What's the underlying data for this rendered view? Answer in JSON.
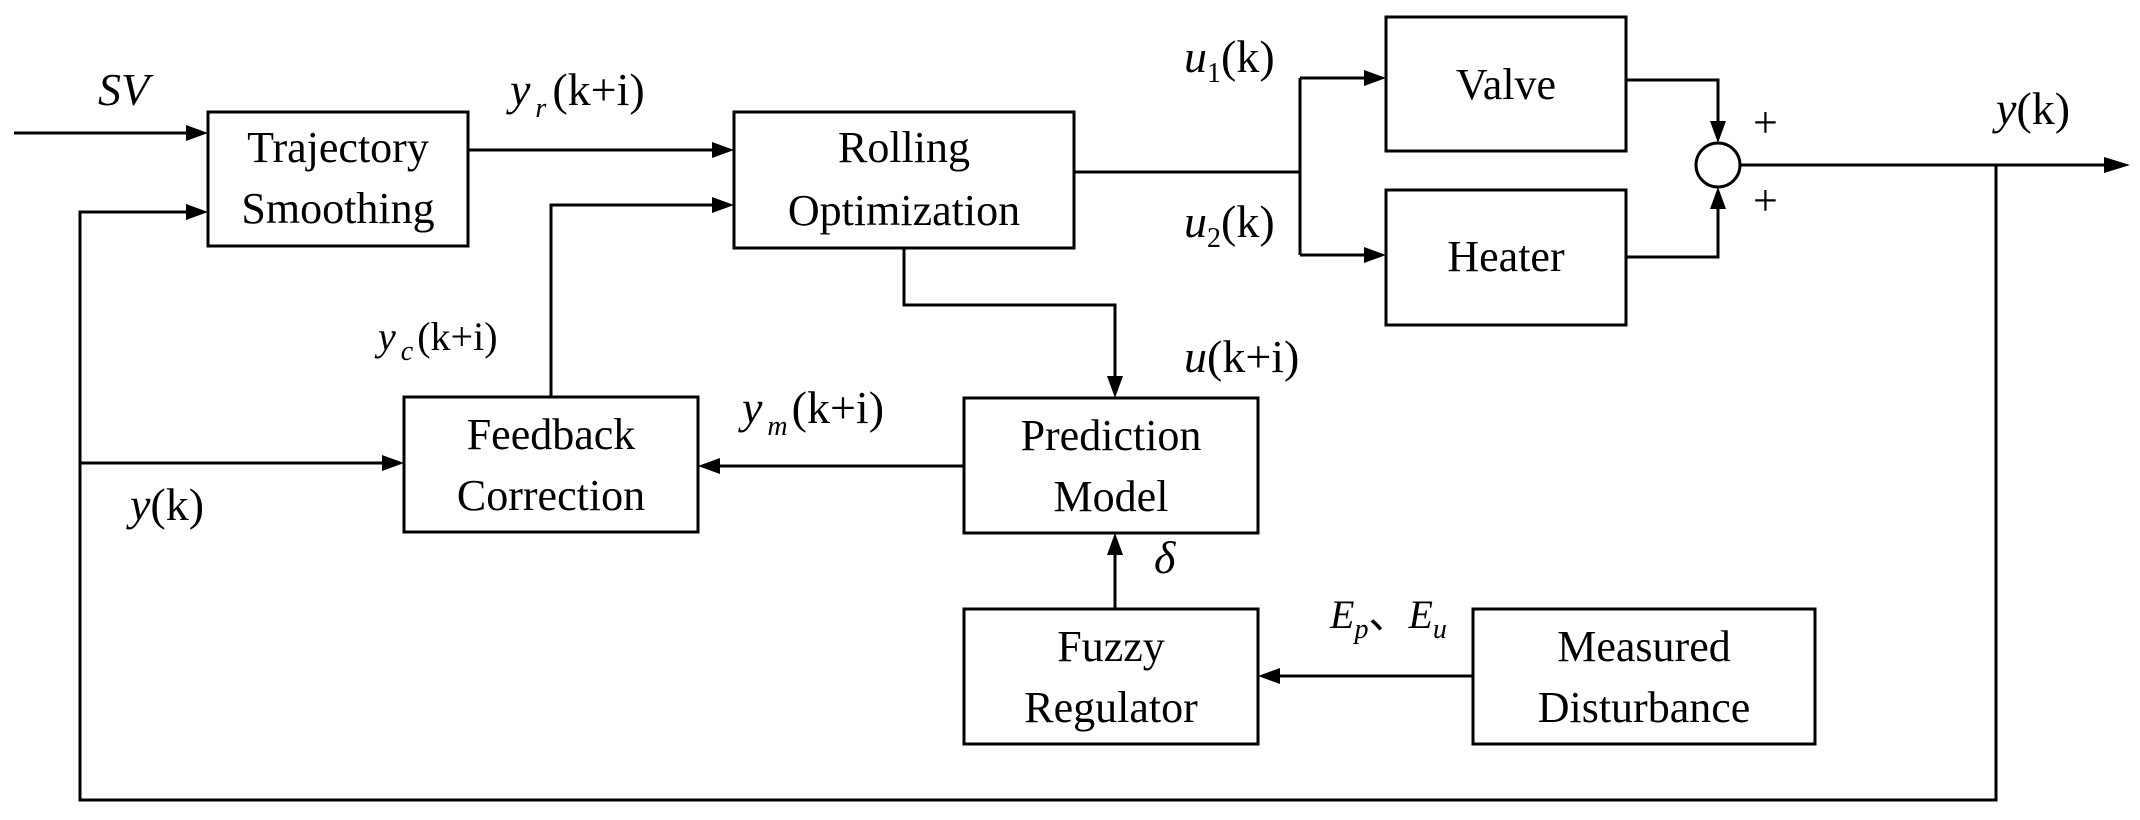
{
  "blocks": {
    "trajectory": [
      "Trajectory",
      "Smoothing"
    ],
    "rolling": [
      "Rolling",
      "Optimization"
    ],
    "valve": [
      "Valve"
    ],
    "heater": [
      "Heater"
    ],
    "feedback": [
      "Feedback",
      "Correction"
    ],
    "prediction": [
      "Prediction",
      "Model"
    ],
    "fuzzy": [
      "Fuzzy",
      "Regulator"
    ],
    "measured": [
      "Measured",
      "Disturbance"
    ]
  },
  "signals": {
    "sv": "SV",
    "yr": {
      "main": "y",
      "sub": "r",
      "arg": "(k+i)"
    },
    "u1": {
      "main": "u",
      "sub": "1",
      "arg": "(k)"
    },
    "u2": {
      "main": "u",
      "sub": "2",
      "arg": "(k)"
    },
    "y_out": {
      "main": "y",
      "arg": "(k)"
    },
    "yc": {
      "main": "y",
      "sub": "c",
      "arg": "(k+i)"
    },
    "ym": {
      "main": "y",
      "sub": "m",
      "arg": "(k+i)"
    },
    "u_pred": {
      "main": "u",
      "arg": "(k+i)"
    },
    "y_fb": {
      "main": "y",
      "arg": "(k)"
    },
    "delta": "δ",
    "ep": {
      "main": "E",
      "sub": "p",
      "sep": "、"
    },
    "eu": {
      "main": "E",
      "sub": "u"
    }
  },
  "summing_signs": [
    "+",
    "+"
  ]
}
